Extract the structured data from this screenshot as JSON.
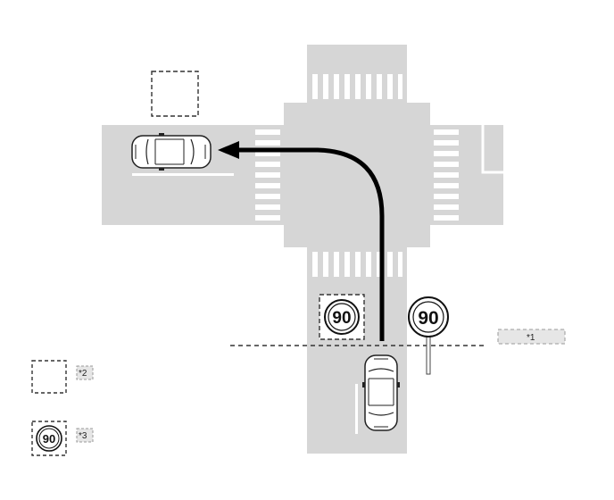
{
  "labels": {
    "callout_1": "*1",
    "callout_2": "*2",
    "callout_3": "*3"
  },
  "signs": {
    "speed_limit": "90"
  },
  "colors": {
    "road": "#d6d6d6",
    "marking": "#ffffff",
    "arrow": "#000000",
    "label_box": "#e6e6e6"
  },
  "icons": [
    "car-icon",
    "speed-limit-sign-icon",
    "turn-arrow-icon",
    "dashed-area-icon"
  ]
}
